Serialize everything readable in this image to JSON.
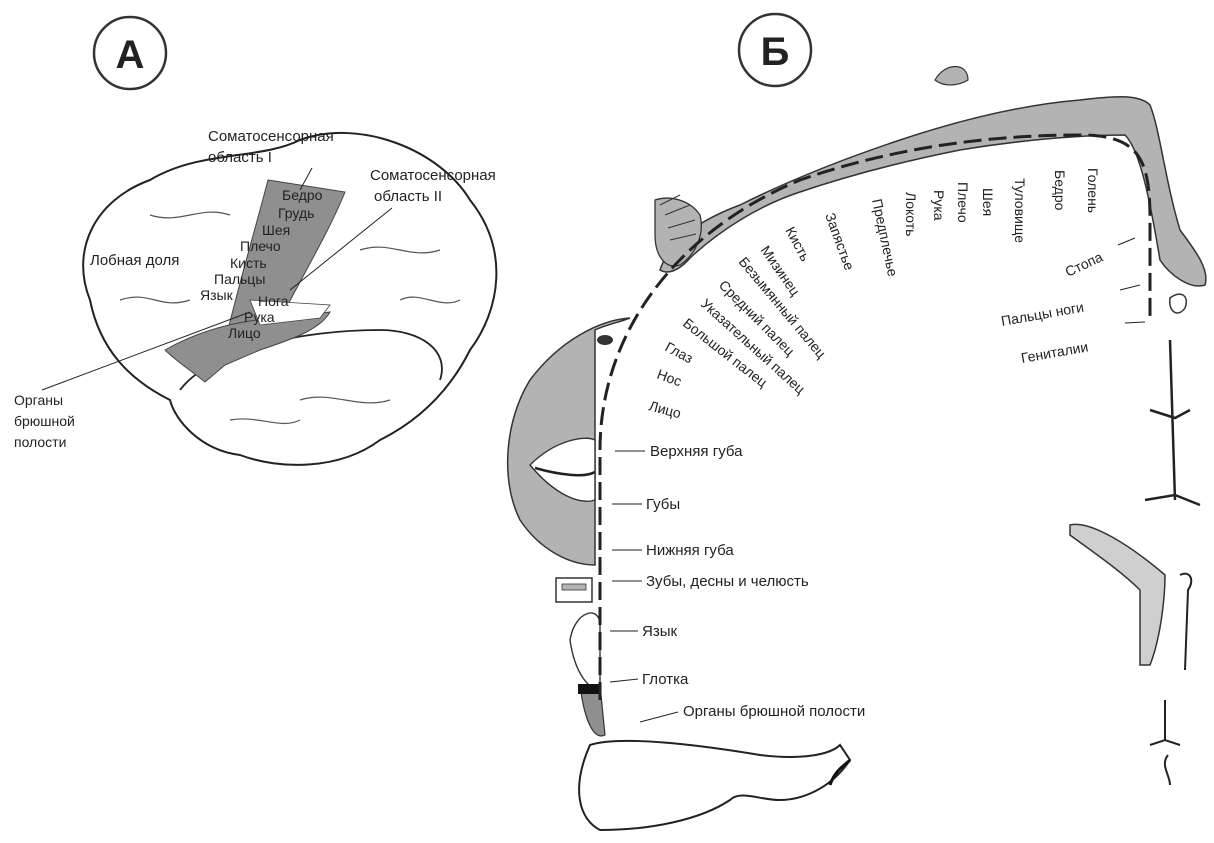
{
  "panel_a": {
    "letter": "А",
    "callouts": {
      "s1_line1": "Соматосенсорная",
      "s1_line2": "область I",
      "s2_line1": "Соматосенсорная",
      "s2_line2": "область II",
      "frontal": "Лобная доля",
      "organs_line1": "Органы",
      "organs_line2": "брюшной",
      "organs_line3": "полости"
    },
    "strip_labels": [
      "Бедро",
      "Грудь",
      "Шея",
      "Плечо",
      "Кисть",
      "Пальцы",
      "Язык"
    ],
    "area2_labels": [
      "Нога",
      "Рука",
      "Лицо"
    ]
  },
  "panel_b": {
    "letter": "Б",
    "labels": [
      "Гениталии",
      "Пальцы ноги",
      "Стопа",
      "Голень",
      "Бедро",
      "Туловище",
      "Шея",
      "Плечо",
      "Рука",
      "Локоть",
      "Предплечье",
      "Запястье",
      "Кисть",
      "Мизинец",
      "Безымянный палец",
      "Средний палец",
      "Указательный палец",
      "Большой палец",
      "Глаз",
      "Нос",
      "Лицо",
      "Верхняя губа",
      "Губы",
      "Нижняя губа",
      "Зубы, десны и челюсть",
      "Язык",
      "Глотка",
      "Органы брюшной полости"
    ]
  }
}
